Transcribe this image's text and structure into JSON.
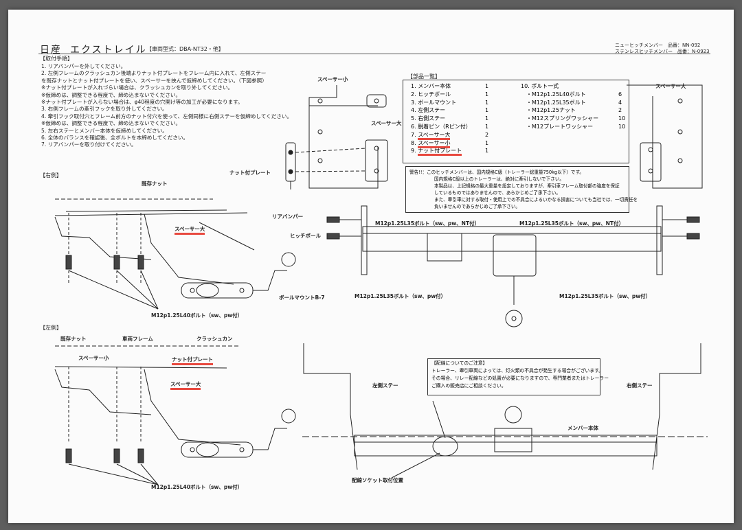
{
  "header": {
    "maker": "日産",
    "model": "エクストレイル",
    "vehicle_type": "【車両型式：DBA-NT32・他】",
    "product_1": "ニューヒッチメンバー　品番：NN-092",
    "product_2": "ステンレスヒッチメンバー　品番：N-0923"
  },
  "instructions": {
    "heading": "【取付手順】",
    "lines": [
      "1.  リアバンパーを外してください。",
      "2.  左側フレームのクラッシュカン後端よりナット付プレートをフレーム内に入れて、左側ステー",
      "     を既存ナットとナット付プレートを使い、スペーサーを挟んで仮締めしてください。（下図参照）",
      "     ※ナット付プレートが入れづらい場合は、クラッシュカンを取り外してください。",
      "     ※仮締めは、調整できる程度で、締め込まないでください。",
      "     ※ナット付プレートが入らない場合は、φ40程度の穴開け等の加工が必要になります。",
      "3.  右側フレームの牽引フックを取り外してください。",
      "4.  牽引フック取付穴とフレーム前方のナット付穴を使って、左側同様に右側ステーを仮締めしてください。",
      "     ※仮締めは、調整できる程度で、締め込まないでください。",
      "5.  左右ステーとメンバー本体を仮締めしてください。",
      "6.  全体のバランスを確認後、全ボルトを本締めしてください。",
      "7.  リアバンパーを取り付けてください。"
    ]
  },
  "sections": {
    "right": "【右側】",
    "left": "【左側】"
  },
  "parts": {
    "heading": "【部品一覧】",
    "items": [
      {
        "no": "1.",
        "name": "メンバー本体",
        "qty": "1"
      },
      {
        "no": "2.",
        "name": "ヒッチボール",
        "qty": "1"
      },
      {
        "no": "3.",
        "name": "ボールマウント",
        "qty": "1"
      },
      {
        "no": "4.",
        "name": "左側ステー",
        "qty": "1"
      },
      {
        "no": "5.",
        "name": "右側ステー",
        "qty": "1"
      },
      {
        "no": "6.",
        "name": "脱着ピン（Rピン付）",
        "qty": "1"
      },
      {
        "no": "7.",
        "name": "スペーサー大",
        "qty": "2"
      },
      {
        "no": "8.",
        "name": "スペーサー小",
        "qty": "1"
      },
      {
        "no": "9.",
        "name": "ナット付プレート",
        "qty": "1"
      }
    ],
    "bolts_heading": "10. ボルト一式",
    "bolts": [
      {
        "name": "・M12p1.25L40ボルト",
        "qty": "6"
      },
      {
        "name": "・M12p1.25L35ボルト",
        "qty": "4"
      },
      {
        "name": "・M12p1.25ナット",
        "qty": "2"
      },
      {
        "name": "・M12スプリングワッシャー",
        "qty": "10"
      },
      {
        "name": "・M12プレートワッシャー",
        "qty": "10"
      }
    ]
  },
  "warning": {
    "lines": [
      "警告!!：このヒッチメンバーは、国内規格C級（トレーラー総重量750kg以下）です。",
      "国内規格C級以上のトレーラーは、絶対に牽引しないで下さい。",
      "本製品は、上記規格の最大重量を設定しておりますが、牽引車フレーム取付部の強度を保証",
      "しているものではありませんので、あらかじめご了承下さい。",
      "また、牽引車に対する取付・使用上での不具合によるいかなる損害についても当社では、一切責任を",
      "負いませんのであらかじめご了承下さい。"
    ]
  },
  "wiring_note": {
    "lines": [
      "【配線についてのご注意】",
      "トレーラー、牽引車両によっては、灯火類の不具合が発生する場合がございます。",
      "その場合、リレー配線などの処置が必要になりますので、専門業者またはトレーラー",
      "ご購入の販売店にご相談ください。"
    ]
  },
  "labels": {
    "spacer_small": "スペーサー小",
    "spacer_large": "スペーサー大",
    "nut_plate": "ナット付プレート",
    "existing_nut": "既存ナット",
    "rear_bumper": "リアバンパー",
    "hitch_ball": "ヒッチボール",
    "ball_mount": "ボールマウントB-7",
    "bolt_l40": "M12p1.25L40ボルト（sw、pw付）",
    "bolt_l35_nt": "M12p1.25L35ボルト（sw、pw、NT付）",
    "bolt_l35": "M12p1.25L35ボルト（sw、pw付）",
    "vehicle_frame": "車両フレーム",
    "crush_can": "クラッシュカン",
    "left_stay": "左側ステー",
    "right_stay": "右側ステー",
    "member_body": "メンバー本体",
    "socket_position": "配線ソケット取付位置"
  },
  "colors": {
    "paper": "#fbfbfb",
    "frame": "#5e5e5e",
    "ink": "#222222",
    "highlight": "#e8493f"
  }
}
